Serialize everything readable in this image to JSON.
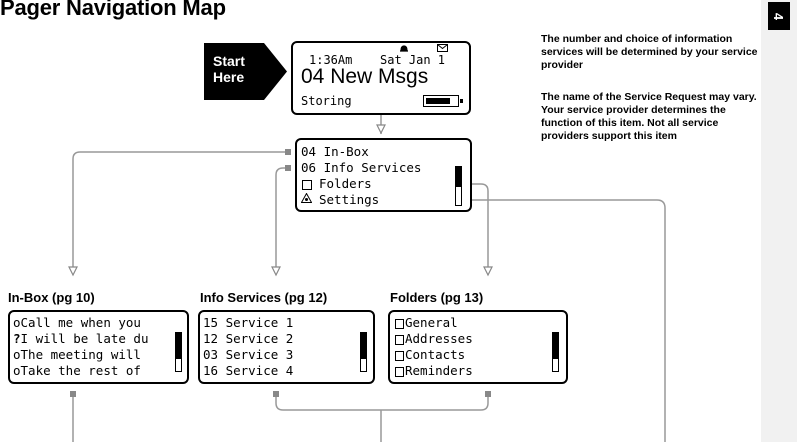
{
  "title": "Pager Navigation Map",
  "page_tab": "4",
  "start": {
    "line1": "Start",
    "line2": "Here"
  },
  "notes": {
    "note1": "The number and choice of information services will be determined by your service provider",
    "note2": "The name of the Service Request may vary. Your service provider determines the function of this item. Not all service providers support this item"
  },
  "home_screen": {
    "time": "1:36Am",
    "date": "Sat Jan 1",
    "messages": "04 New Msgs",
    "status": "Storing",
    "battery_level": 0.85
  },
  "main_menu": {
    "items": [
      "04 In-Box",
      "06 Info Services",
      "Folders",
      "Settings"
    ],
    "selected_index": 0,
    "scroll_position": 0.3
  },
  "inbox": {
    "heading": "In-Box (pg 10)",
    "items": [
      "Call me when you",
      "I will be late du",
      "The meeting will",
      "Take the rest of"
    ],
    "item_marks": [
      "o",
      "?",
      "o",
      "o"
    ]
  },
  "info_services": {
    "heading": "Info Services (pg 12)",
    "items": [
      "15 Service 1",
      "12 Service 2",
      "03 Service 3",
      "16 Service 4"
    ]
  },
  "folders": {
    "heading": "Folders (pg 13)",
    "items": [
      "General",
      "Addresses",
      "Contacts",
      "Reminders"
    ]
  }
}
